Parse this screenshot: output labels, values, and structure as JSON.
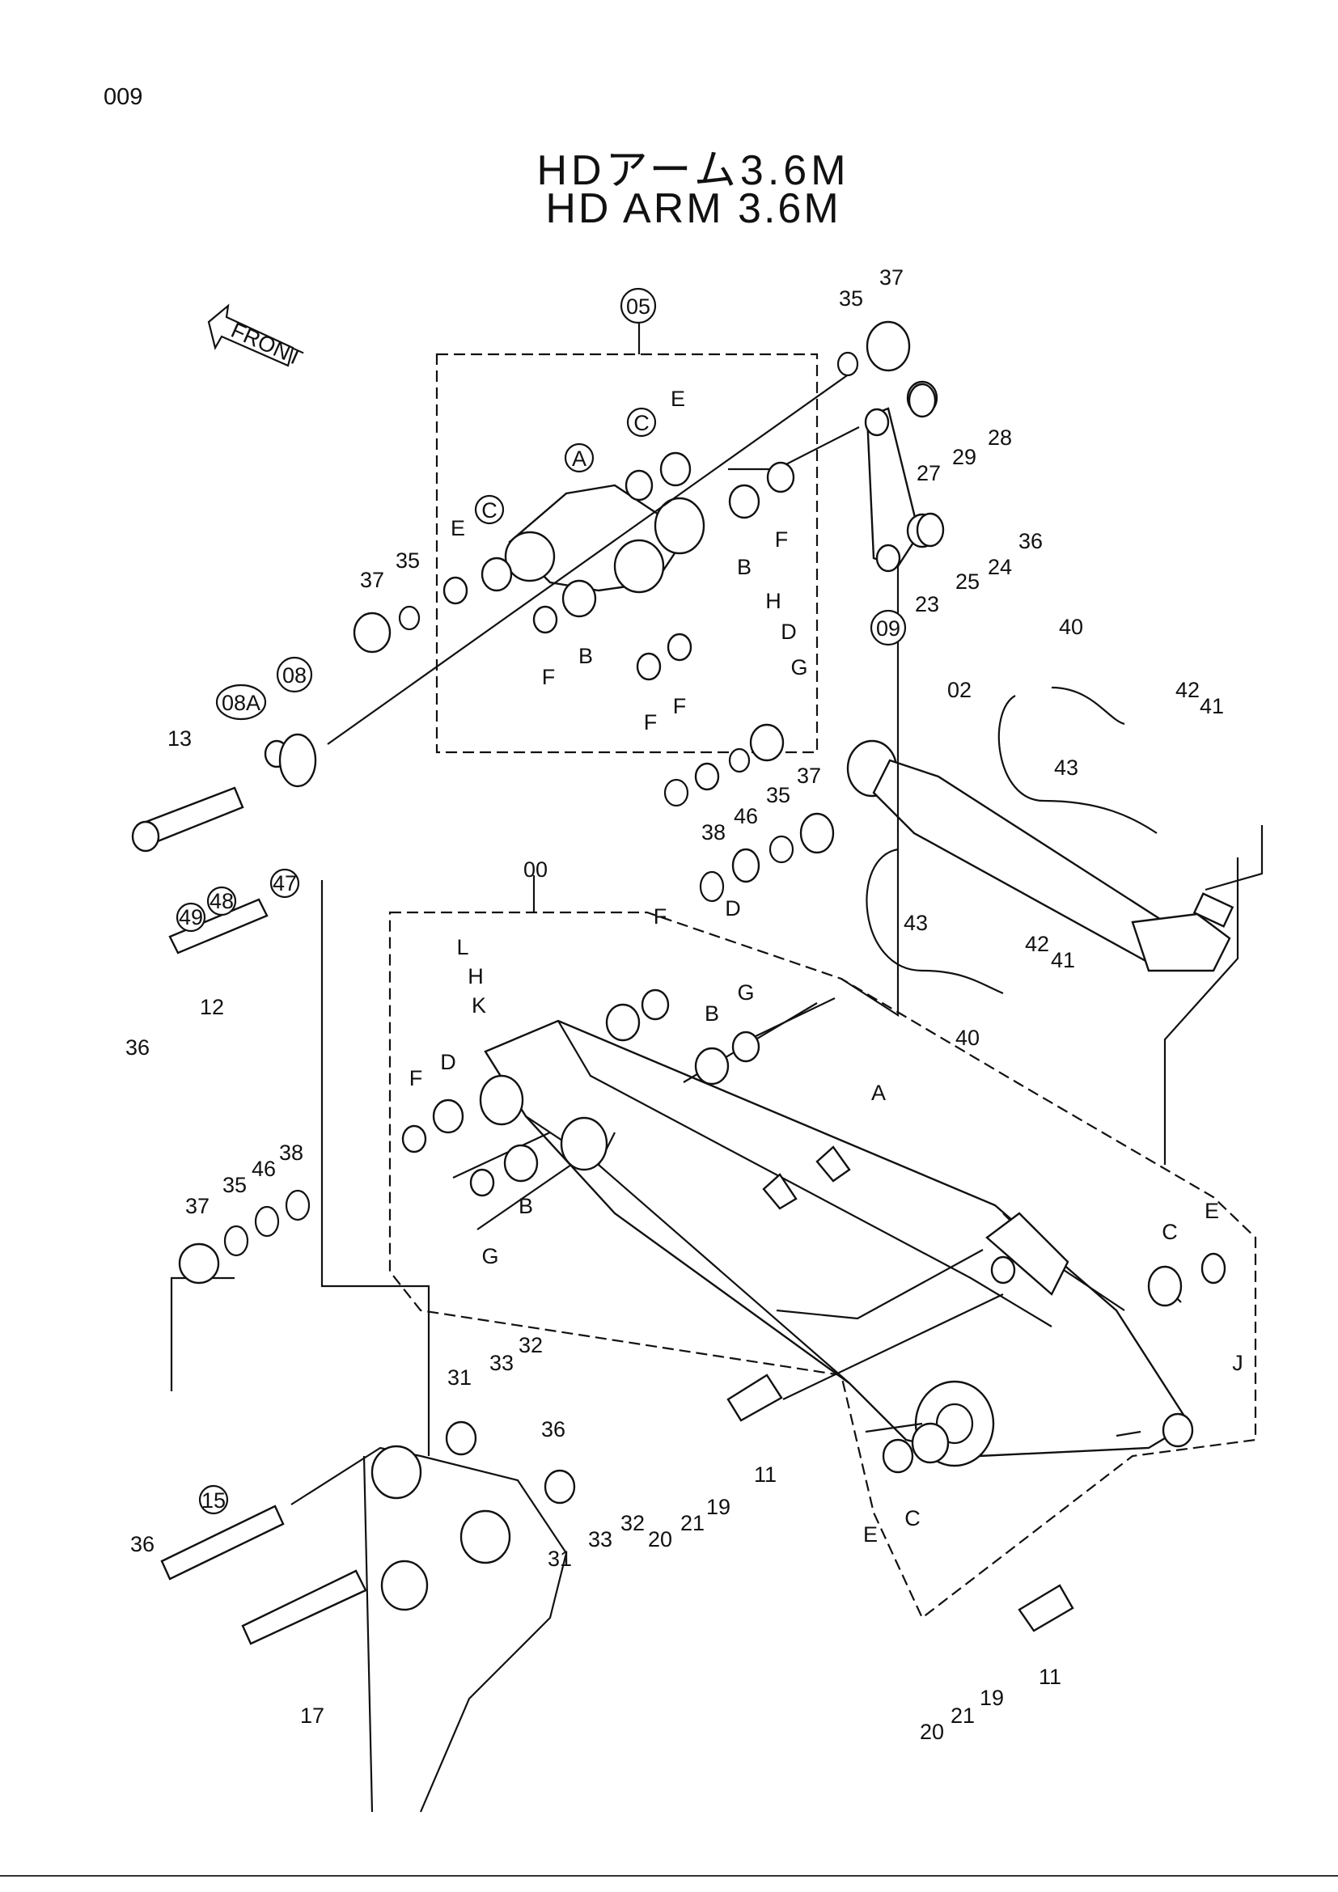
{
  "page": {
    "number": "009"
  },
  "title": {
    "jp": "HDアーム3.6M",
    "en": "HD   ARM   3.6M"
  },
  "front_arrow": "FRONT",
  "callouts": {
    "c05": "05",
    "c08": "08",
    "c08a": "08A",
    "c09": "09",
    "c15": "15",
    "c47": "47",
    "c48": "48",
    "c49": "49",
    "cA": "A",
    "cC1": "C",
    "cC2": "C"
  },
  "labels": {
    "l00": "00",
    "l02": "02",
    "l11a": "11",
    "l11b": "11",
    "l12": "12",
    "l13": "13",
    "l17": "17",
    "l19a": "19",
    "l19b": "19",
    "l20a": "20",
    "l20b": "20",
    "l21a": "21",
    "l21b": "21",
    "l23": "23",
    "l24": "24",
    "l25": "25",
    "l27": "27",
    "l28": "28",
    "l29": "29",
    "l31a": "31",
    "l31b": "31",
    "l32a": "32",
    "l32b": "32",
    "l33a": "33",
    "l33b": "33",
    "l35a": "35",
    "l35b": "35",
    "l35c": "35",
    "l35d": "35",
    "l36a": "36",
    "l36b": "36",
    "l36c": "36",
    "l36d": "36",
    "l37a": "37",
    "l37b": "37",
    "l37c": "37",
    "l37d": "37",
    "l38a": "38",
    "l38b": "38",
    "l40a": "40",
    "l40b": "40",
    "l41a": "41",
    "l41b": "41",
    "l42a": "42",
    "l42b": "42",
    "l43a": "43",
    "l43b": "43",
    "l46a": "46",
    "l46b": "46",
    "lA": "A",
    "lB1": "B",
    "lB2": "B",
    "lB3": "B",
    "lB4": "B",
    "lC1": "C",
    "lC2": "C",
    "lD1": "D",
    "lD2": "D",
    "lD3": "D",
    "lE1": "E",
    "lE2": "E",
    "lE3": "E",
    "lE4": "E",
    "lF1": "F",
    "lF2": "F",
    "lF3": "F",
    "lF4": "F",
    "lF5": "F",
    "lF6": "F",
    "lG1": "G",
    "lG2": "G",
    "lG3": "G",
    "lH1": "H",
    "lH2": "H",
    "lJ": "J",
    "lK": "K",
    "lL": "L"
  }
}
